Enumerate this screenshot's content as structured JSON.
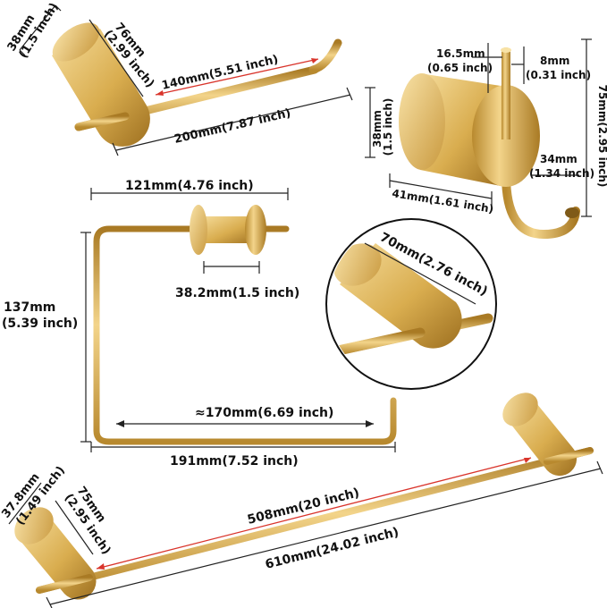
{
  "colors": {
    "gold_light": "#f3d48a",
    "gold_mid": "#d9ad4f",
    "gold_dark": "#a97a24",
    "dimension_line": "#222222",
    "accent_line": "#d9342b"
  },
  "paper_holder": {
    "base_diameter": "38mm",
    "base_diameter_in": "(1.5 inch)",
    "base_depth": "76mm",
    "base_depth_in": "(2.99 inch)",
    "bar_length": "140mm(5.51 inch)",
    "overall_length": "200mm(7.87 inch)"
  },
  "robe_hook": {
    "base_diameter": "38mm",
    "base_diameter_in": "(1.5 inch)",
    "hook_offset": "16.5mm",
    "hook_offset_in": "(0.65 inch)",
    "hook_thickness": "8mm",
    "hook_thickness_in": "(0.31 inch)",
    "height": "75mm(2.95 inch)",
    "curl_depth": "34mm",
    "curl_depth_in": "(1.34 inch)",
    "base_depth": "41mm(1.61 inch)"
  },
  "towel_ring": {
    "top_width": "121mm(4.76 inch)",
    "base_diameter": "38.2mm(1.5 inch)",
    "height": "137mm",
    "height_in": "(5.39 inch)",
    "inner_width": "≈170mm(6.69 inch)",
    "overall_width": "191mm(7.52 inch)"
  },
  "detail_inset": {
    "base_depth": "70mm(2.76 inch)"
  },
  "towel_bar": {
    "base_diameter": "37.8mm",
    "base_diameter_in": "(1.49 inch)",
    "base_depth": "75mm",
    "base_depth_in": "(2.95 inch)",
    "bar_length": "508mm(20 inch)",
    "overall_length": "610mm(24.02 inch)"
  }
}
